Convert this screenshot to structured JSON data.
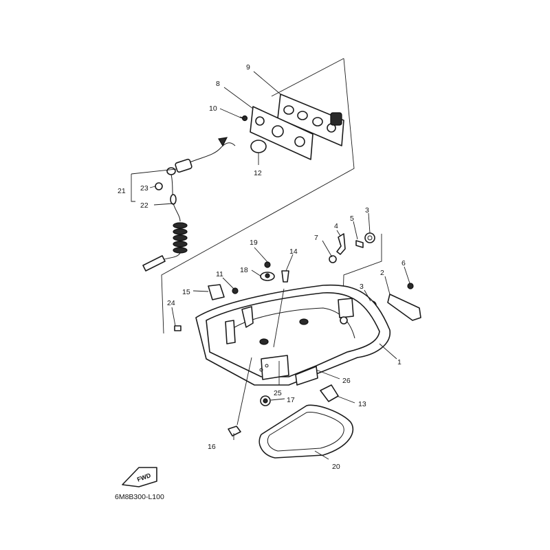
{
  "diagram": {
    "document_code": "6M8B300-L100",
    "direction_label": "FWD",
    "callouts": [
      "1",
      "2",
      "3",
      "3",
      "4",
      "5",
      "6",
      "7",
      "8",
      "9",
      "10",
      "11",
      "12",
      "13",
      "14",
      "15",
      "16",
      "17",
      "18",
      "19",
      "20",
      "21",
      "22",
      "23",
      "24",
      "25",
      "26"
    ]
  }
}
